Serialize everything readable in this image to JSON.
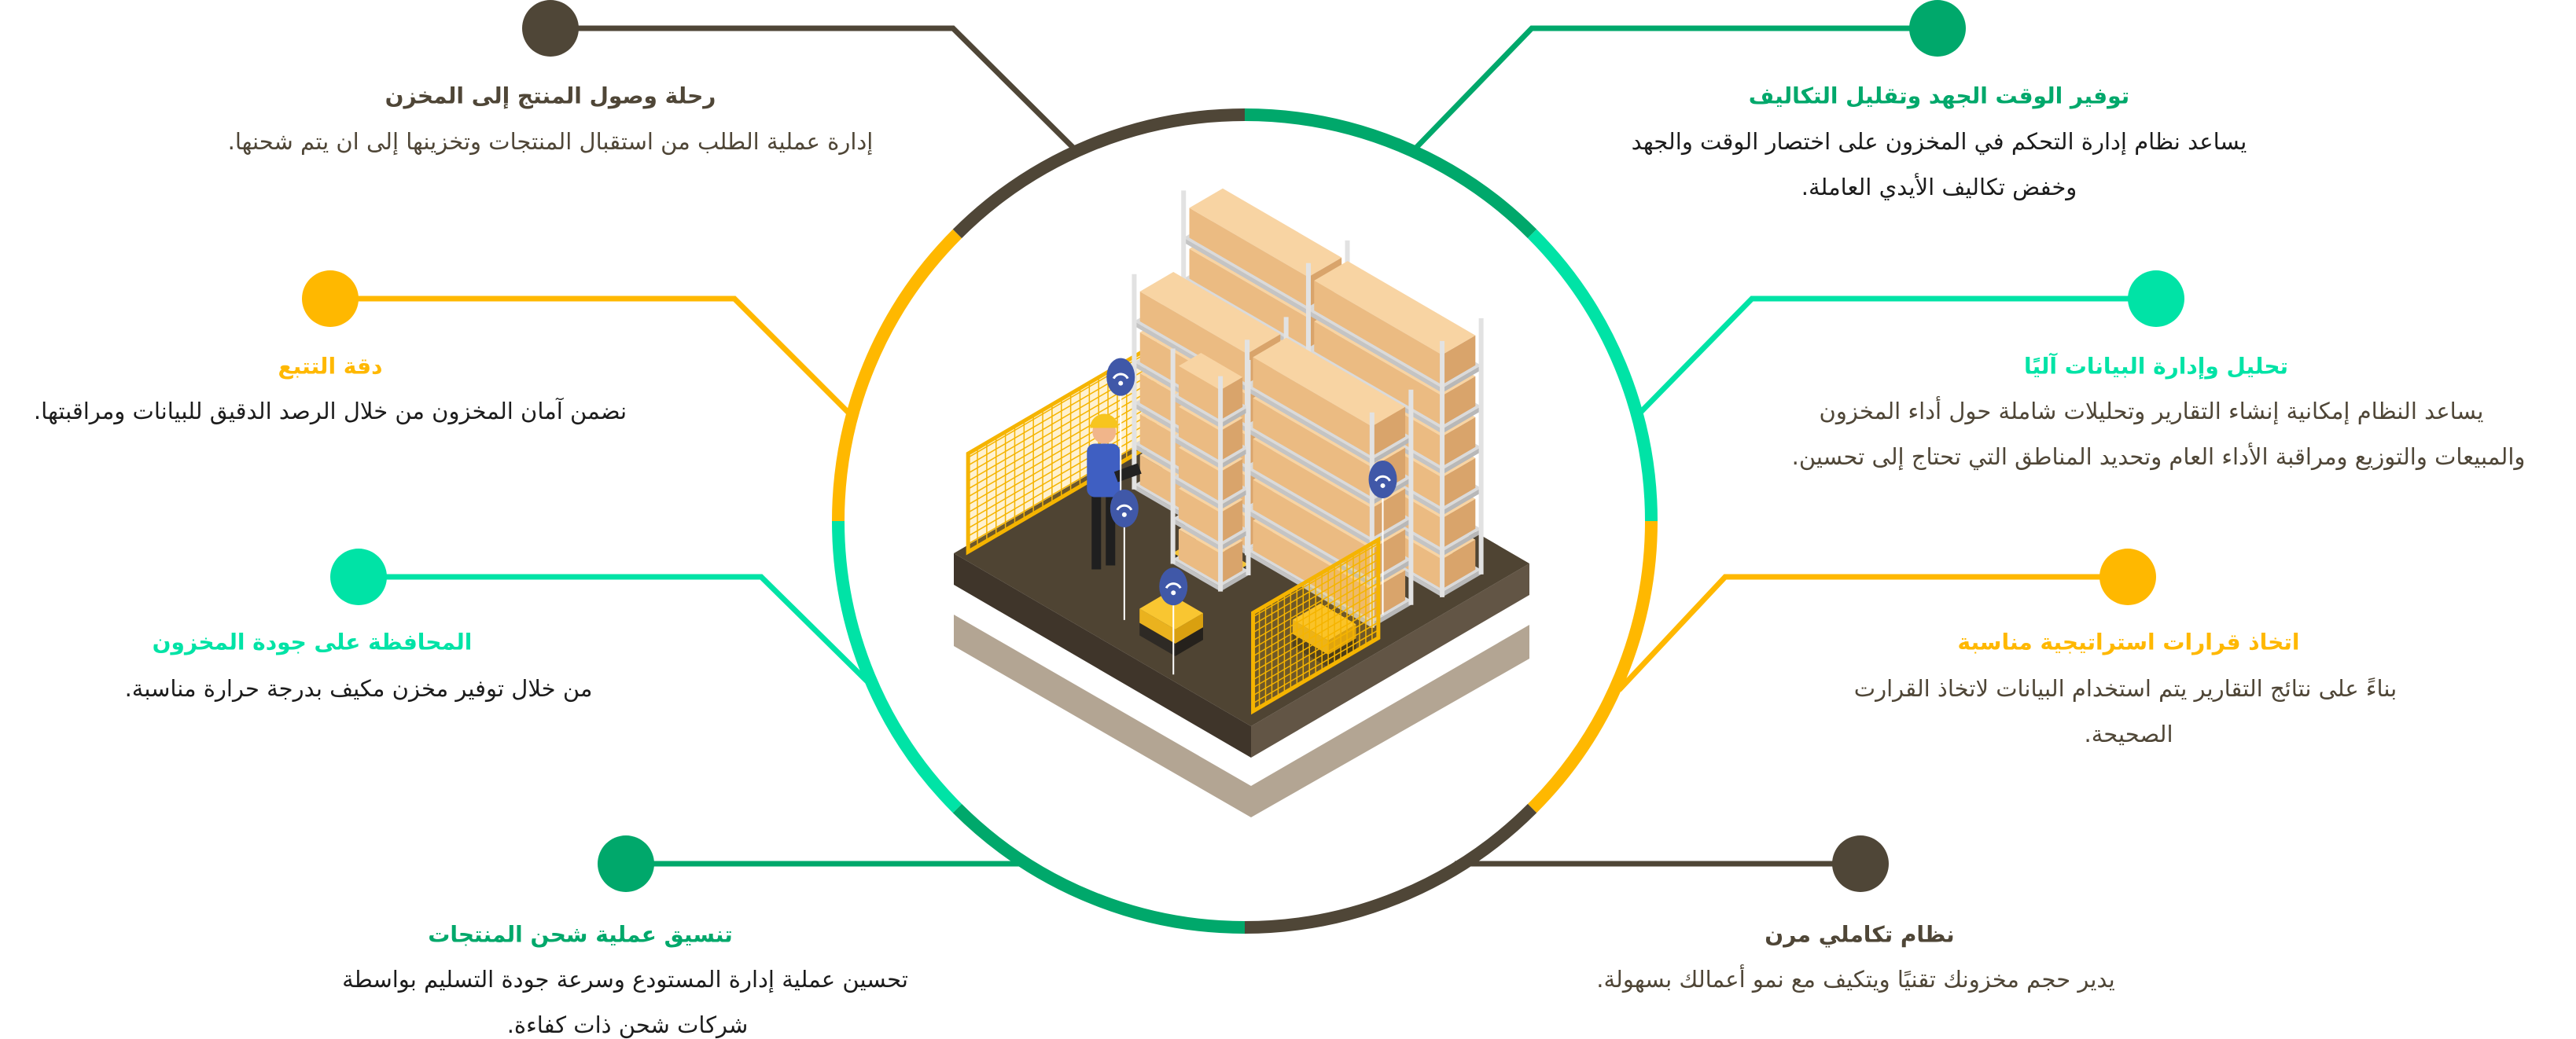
{
  "colors": {
    "brown": "#4F4637",
    "green": "#00A86B",
    "mint": "#00E3A6",
    "yellow": "#FFB800"
  },
  "ring_colors": [
    "#00A86B",
    "#00E3A6",
    "#FFB800",
    "#4F4637",
    "#00A86B",
    "#00E3A6",
    "#FFB800",
    "#4F4637"
  ],
  "features": [
    {
      "title": "رحلة وصول المنتج إلى المخزن",
      "desc": [
        "إدارة عملية الطلب من استقبال المنتجات وتخزينها إلى ان يتم شحنها."
      ],
      "color": "#4F4637"
    },
    {
      "title": "دقة التتبع",
      "desc": [
        "نضمن آمان المخزون من خلال الرصد الدقيق للبيانات ومراقبتها."
      ],
      "color": "#FFB800"
    },
    {
      "title": "المحافظة على جودة المخزون",
      "desc": [
        "من خلال توفير مخزن مكيف بدرجة حرارة مناسبة."
      ],
      "color": "#00E3A6"
    },
    {
      "title": "تنسيق عملية شحن المنتجات",
      "desc": [
        "تحسين عملية إدارة المستودع وسرعة جودة التسليم بواسطة",
        "شركات شحن ذات كفاءة."
      ],
      "color": "#00A86B"
    },
    {
      "title": "توفير الوقت الجهد وتقليل التكاليف",
      "desc": [
        "يساعد نظام إدارة التحكم في المخزون على اختصار الوقت والجهد",
        "وخفض تكاليف الأيدي العاملة."
      ],
      "color": "#00A86B"
    },
    {
      "title": "تحليل وإدارة البيانات آليًا",
      "desc": [
        "يساعد النظام إمكانية إنشاء التقارير وتحليلات شاملة حول أداء المخزون",
        "والمبيعات والتوزيع ومراقبة الأداء العام وتحديد المناطق التي تحتاج إلى تحسين."
      ],
      "color": "#00E3A6"
    },
    {
      "title": "اتخاذ قرارات استراتيجية مناسبة",
      "desc": [
        "بناءً على نتائج التقارير يتم استخدام البيانات لاتخاذ القرارت",
        "الصحيحة."
      ],
      "color": "#FFB800"
    },
    {
      "title": "نظام تكاملي مرن",
      "desc": [
        "يدير حجم مخزونك تقنيًا ويتكيف مع نمو أعمالك بسهولة."
      ],
      "color": "#4F4637"
    }
  ]
}
